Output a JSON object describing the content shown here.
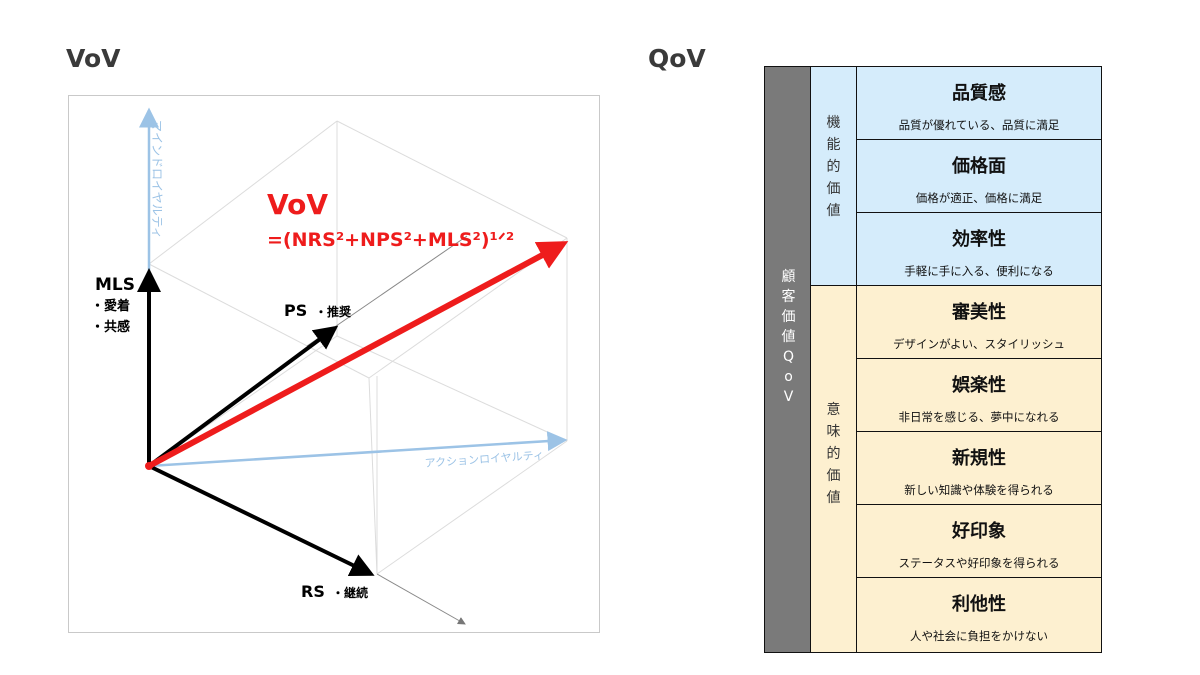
{
  "vov": {
    "heading": "VoV",
    "axes": {
      "mindset_axis_label": "マインドロイヤルティ",
      "action_axis_label": "アクションロイヤルティ"
    },
    "vectors": {
      "mls_title": "MLS",
      "mls_sub1": "・愛着",
      "mls_sub2": "・共感",
      "ps_title": "PS",
      "ps_sub": "・推奨",
      "rs_title": "RS",
      "rs_sub": "・継続"
    },
    "formula": {
      "title": "VoV",
      "expression": "=(NRS²+NPS²+MLS²)¹ᐟ²"
    },
    "colors": {
      "accent_red": "#ee1c1c",
      "axis_blue": "#9cc3e6",
      "black": "#000000"
    }
  },
  "qov": {
    "heading": "QoV",
    "outer_label_chars": [
      "顧",
      "客",
      "価",
      "値",
      "Q",
      "o",
      "V"
    ],
    "groups": {
      "functional": {
        "chars": [
          "機",
          "能",
          "的",
          "価",
          "値"
        ],
        "color": "#d5ecfb"
      },
      "emotional": {
        "chars": [
          "意",
          "味",
          "的",
          "価",
          "値"
        ],
        "color": "#fdf0d0"
      }
    },
    "items": [
      {
        "title": "品質感",
        "desc": "品質が優れている、品質に満足"
      },
      {
        "title": "価格面",
        "desc": "価格が適正、価格に満足"
      },
      {
        "title": "効率性",
        "desc": "手軽に手に入る、便利になる"
      },
      {
        "title": "審美性",
        "desc": "デザインがよい、スタイリッシュ"
      },
      {
        "title": "娯楽性",
        "desc": "非日常を感じる、夢中になれる"
      },
      {
        "title": "新規性",
        "desc": "新しい知識や体験を得られる"
      },
      {
        "title": "好印象",
        "desc": "ステータスや好印象を得られる"
      },
      {
        "title": "利他性",
        "desc": "人や社会に負担をかけない"
      }
    ]
  }
}
